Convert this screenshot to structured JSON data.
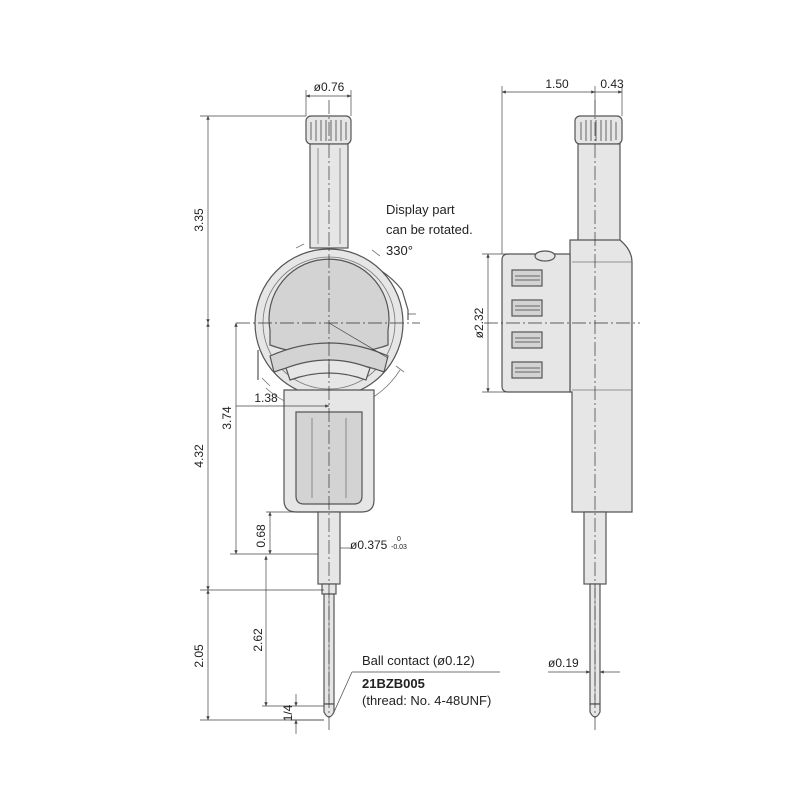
{
  "dimensions": {
    "stem_diameter": "ø0.76",
    "top_height": "3.35",
    "lower_height": "4.32",
    "center_to_stem_end": "3.74",
    "half_width": "1.38",
    "stem_length": "0.68",
    "stem_diameter_spec": "ø0.375",
    "stem_tol_upper": "0",
    "stem_tol_lower": "-0.03",
    "spindle_length": "2.05",
    "stroke": "2.62",
    "quarter": "1/4",
    "side_depth": "1.50",
    "side_offset": "0.43",
    "display_diameter": "ø2.32",
    "contact_diameter": "ø0.19"
  },
  "notes": {
    "rotation_line1": "Display part",
    "rotation_line2": "can be rotated.",
    "rotation_line3": "330°",
    "contact_line1": "Ball contact (ø0.12)",
    "contact_model": "21BZB005",
    "contact_line3": "(thread: No. 4-48UNF)"
  }
}
